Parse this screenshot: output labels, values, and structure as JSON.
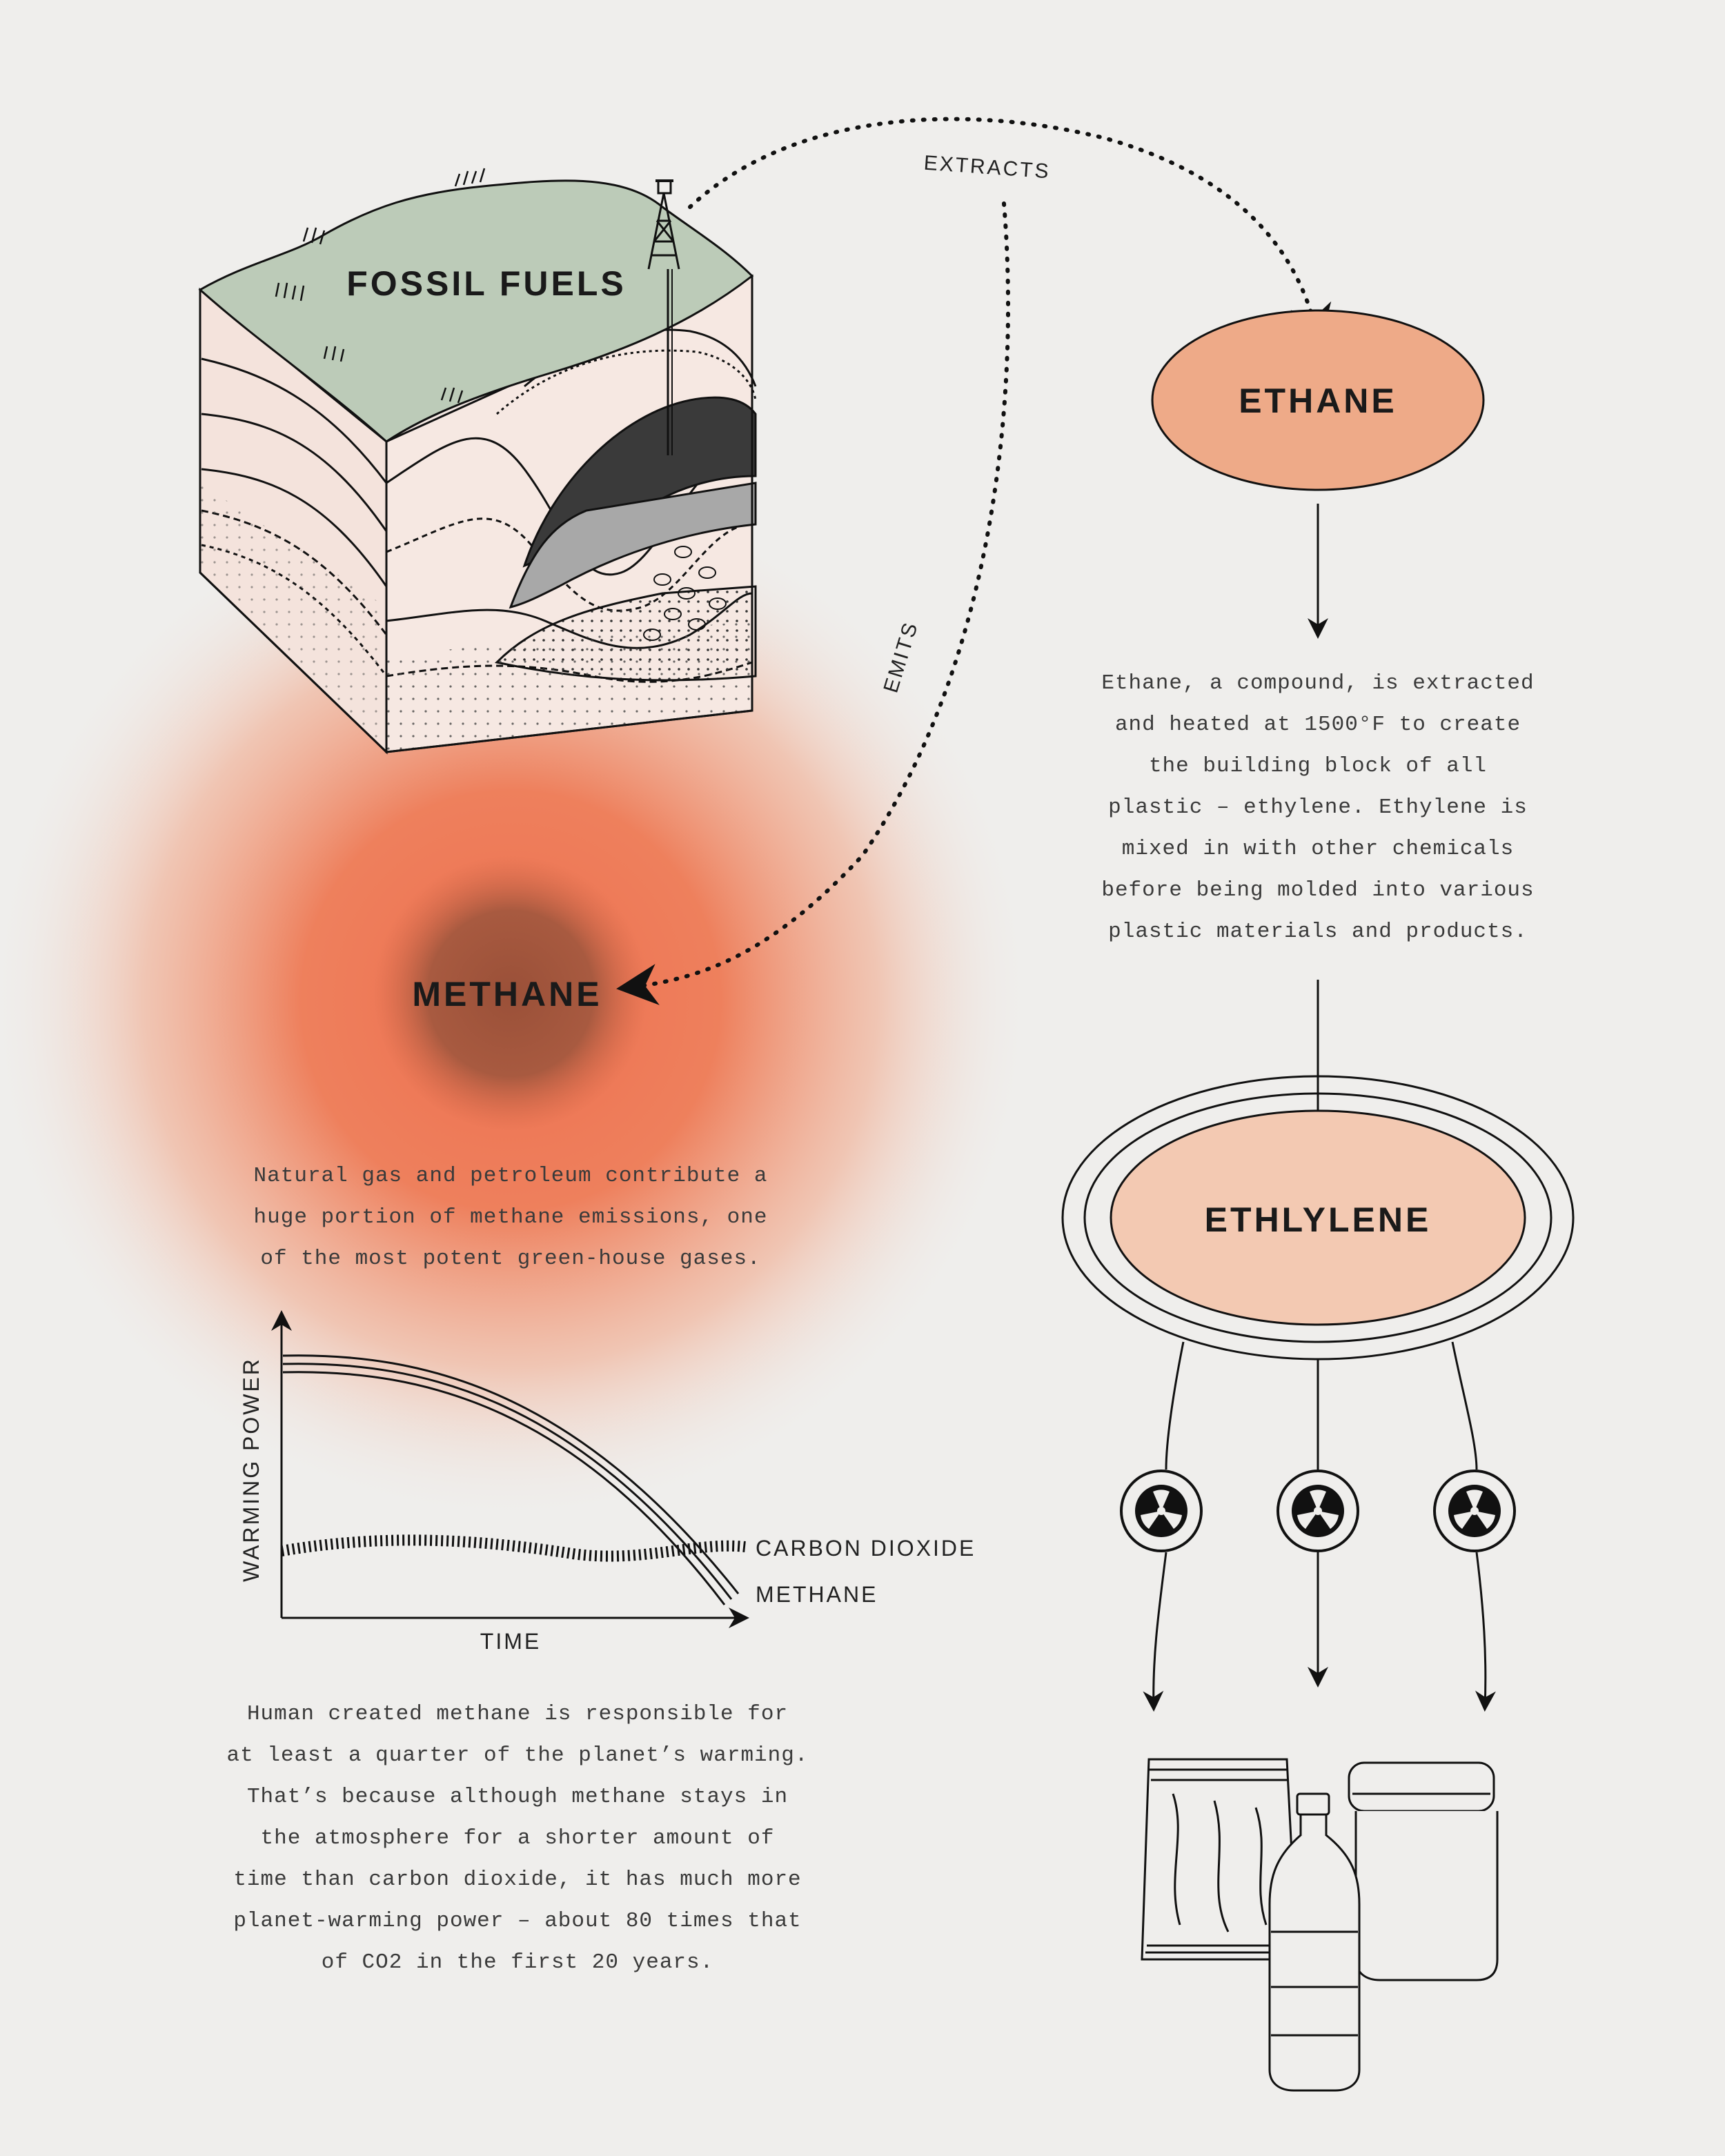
{
  "labels": {
    "fossil_fuels": "FOSSIL FUELS",
    "ethane": "ETHANE",
    "methane": "METHANE",
    "ethylene": "ETHLYLENE",
    "extracts": "EXTRACTS",
    "emits": "EMITS"
  },
  "paragraphs": {
    "ethane": "Ethane, a compound, is extracted\nand heated at 1500°F to create\nthe building block of all\nplastic – ethylene. Ethylene is\nmixed in with other chemicals\nbefore being molded into various\nplastic materials and products.",
    "methane": "Natural gas and petroleum contribute a\nhuge portion of methane emissions, one\nof the most potent green-house gases.",
    "warming": "Human created methane is responsible for\nat least a quarter of the planet’s warming.\nThat’s because although methane stays in\nthe atmosphere for a shorter amount of\ntime than carbon dioxide, it has much more\nplanet-warming power – about 80 times that\nof CO2 in the first 20 years."
  },
  "chart": {
    "ylabel": "WARMING POWER",
    "xlabel": "TIME",
    "series_co2": "CARBON DIOXIDE",
    "series_methane": "METHANE"
  },
  "colors": {
    "background": "#efeeec",
    "ethane_fill": "#eeaa88",
    "ethylene_fill": "#f3c9b2",
    "glow": "#ee7a55",
    "methane_core": "#a2553c",
    "terrain": "#bccbb8"
  }
}
